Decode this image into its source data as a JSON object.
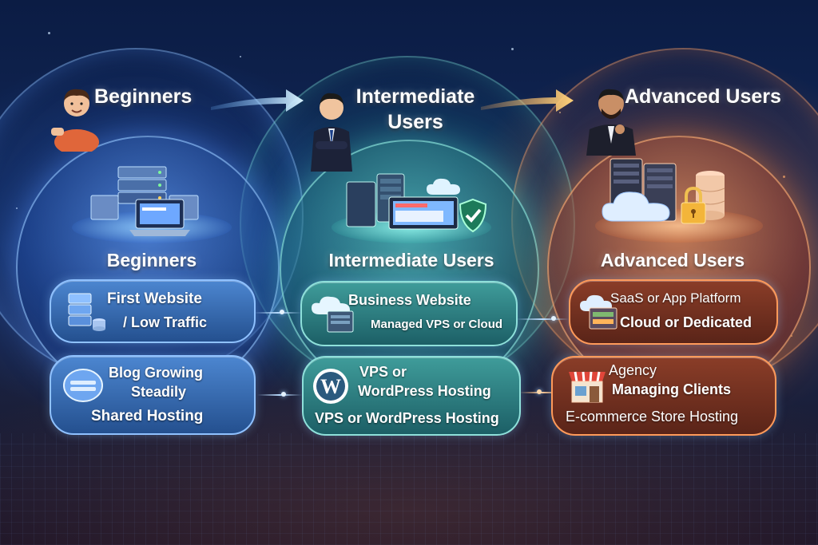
{
  "columns": [
    {
      "header_title": "Beginners",
      "circle_title": "Beginners",
      "card1": {
        "line1": "First Website",
        "line2": "/ Low Traffic"
      },
      "card2": {
        "line1": "Blog Growing",
        "line2": "Steadily",
        "line3": "Shared Hosting"
      },
      "color": "#3f7cd0"
    },
    {
      "header_title_line1": "Intermediate",
      "header_title_line2": "Users",
      "circle_title": "Intermediate Users",
      "card1": {
        "line1": "Business Website",
        "line2": "Managed VPS or Cloud"
      },
      "card2": {
        "line1": "VPS or",
        "line2": "WordPress Hosting",
        "line3": "VPS or WordPress Hosting"
      },
      "color": "#2f9a98"
    },
    {
      "header_title": "Advanced Users",
      "circle_title": "Advanced Users",
      "card1": {
        "line1": "SaaS or App Platform",
        "line2": "Cloud or Dedicated"
      },
      "card2": {
        "line1": "Agency",
        "line2": "Managing Clients",
        "line3": "E-commerce Store Hosting"
      },
      "color": "#e0783a"
    }
  ],
  "icons": {
    "col1": [
      "server-stack-icon",
      "laptop-icon",
      "database-icon",
      "hosting-dome-icon"
    ],
    "col2": [
      "server-rack-icon",
      "monitor-icon",
      "shield-check-icon",
      "cloud-icon",
      "cloud-server-icon",
      "wordpress-icon"
    ],
    "col3": [
      "server-tower-icon",
      "cloud-icon",
      "padlock-icon",
      "database-icon",
      "cloud-server-icon",
      "storefront-icon"
    ]
  }
}
